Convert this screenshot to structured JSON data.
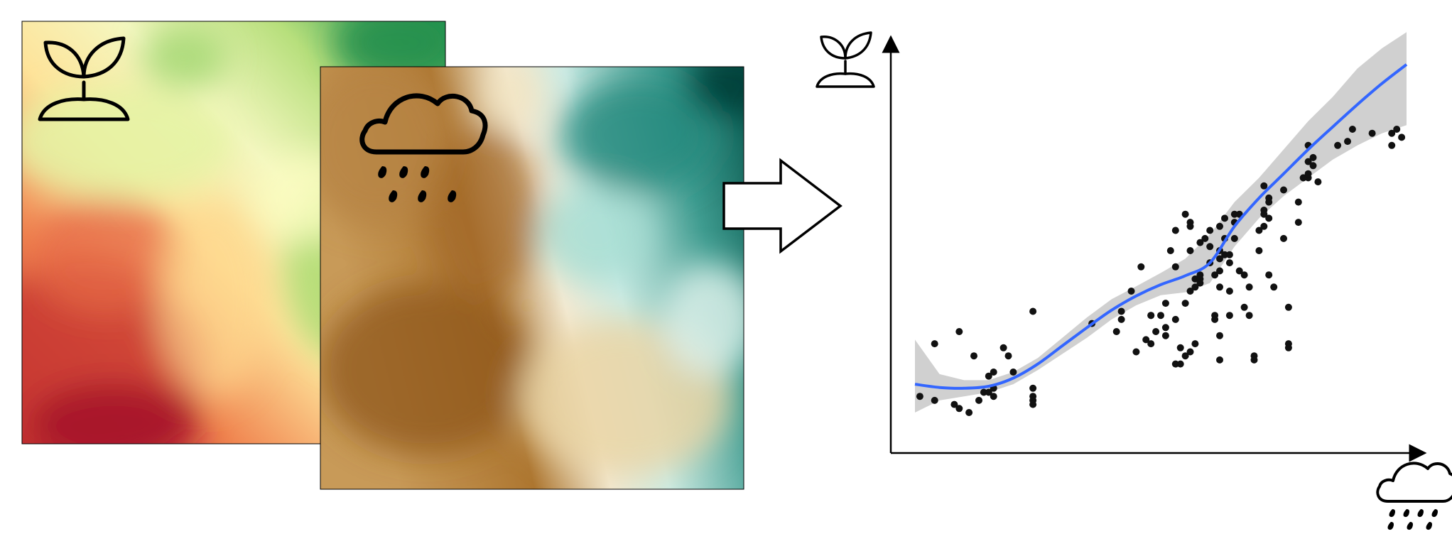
{
  "figure": {
    "left_map": {
      "icon": "plant-icon",
      "palette": [
        "#a50026",
        "#f46d43",
        "#fee08b",
        "#ffffbf",
        "#a6d96a",
        "#1a9850"
      ]
    },
    "right_map": {
      "icon": "rain-cloud-icon",
      "palette": [
        "#8c510a",
        "#d8b365",
        "#f6e8c3",
        "#f5f5f5",
        "#c7eae5",
        "#5ab4ac",
        "#01665e"
      ]
    },
    "arrow": {
      "icon": "right-arrow-icon"
    },
    "plot": {
      "y_axis_icon": "plant-icon",
      "x_axis_icon": "rain-cloud-icon",
      "colors": {
        "points": "#111111",
        "smooth_line": "#3366ff",
        "confidence_band": "#c8c8c8",
        "axes": "#000000"
      }
    }
  },
  "chart_data": {
    "type": "scatter",
    "title": "",
    "xlabel": "",
    "ylabel": "",
    "xlim": [
      0,
      100
    ],
    "ylim": [
      0,
      100
    ],
    "grid": false,
    "points": [
      [
        1,
        14
      ],
      [
        4,
        27
      ],
      [
        4,
        13
      ],
      [
        8,
        12
      ],
      [
        9,
        11
      ],
      [
        9,
        30
      ],
      [
        11,
        10
      ],
      [
        12,
        24
      ],
      [
        13,
        13
      ],
      [
        14,
        15
      ],
      [
        15,
        15
      ],
      [
        15,
        19
      ],
      [
        16,
        20
      ],
      [
        16,
        16
      ],
      [
        16,
        14
      ],
      [
        18,
        26
      ],
      [
        19,
        24
      ],
      [
        20,
        20
      ],
      [
        24,
        13
      ],
      [
        24,
        16
      ],
      [
        24,
        14
      ],
      [
        24,
        12
      ],
      [
        24,
        35
      ],
      [
        36,
        32
      ],
      [
        41,
        30
      ],
      [
        42,
        33
      ],
      [
        42,
        35
      ],
      [
        44,
        40
      ],
      [
        45,
        25
      ],
      [
        46,
        46
      ],
      [
        47,
        28
      ],
      [
        48,
        34
      ],
      [
        48,
        34
      ],
      [
        48,
        27
      ],
      [
        49,
        30
      ],
      [
        50,
        34
      ],
      [
        51,
        31
      ],
      [
        51,
        29
      ],
      [
        51,
        37
      ],
      [
        52,
        50
      ],
      [
        53,
        33
      ],
      [
        53,
        46
      ],
      [
        53,
        55
      ],
      [
        53,
        22
      ],
      [
        54,
        22
      ],
      [
        54,
        26
      ],
      [
        55,
        24
      ],
      [
        55,
        37
      ],
      [
        55,
        59
      ],
      [
        56,
        57
      ],
      [
        56,
        56
      ],
      [
        56,
        50
      ],
      [
        56,
        40
      ],
      [
        56,
        25
      ],
      [
        57,
        27
      ],
      [
        57,
        41
      ],
      [
        57,
        43
      ],
      [
        58,
        43
      ],
      [
        58,
        52
      ],
      [
        58,
        42
      ],
      [
        58,
        44
      ],
      [
        59,
        53
      ],
      [
        60,
        55
      ],
      [
        60,
        51
      ],
      [
        60,
        47
      ],
      [
        61,
        44
      ],
      [
        61,
        34
      ],
      [
        61,
        33
      ],
      [
        62,
        56
      ],
      [
        62,
        50
      ],
      [
        62,
        48
      ],
      [
        62,
        41
      ],
      [
        62,
        45
      ],
      [
        62,
        23
      ],
      [
        62,
        29
      ],
      [
        63,
        49
      ],
      [
        63,
        53
      ],
      [
        63,
        58
      ],
      [
        64,
        34
      ],
      [
        64,
        40
      ],
      [
        64,
        49
      ],
      [
        64,
        47
      ],
      [
        65,
        53
      ],
      [
        65,
        57
      ],
      [
        65,
        59
      ],
      [
        66,
        59
      ],
      [
        66,
        45
      ],
      [
        67,
        36
      ],
      [
        67,
        44
      ],
      [
        68,
        34
      ],
      [
        68,
        41
      ],
      [
        69,
        23
      ],
      [
        69,
        24
      ],
      [
        70,
        55
      ],
      [
        70,
        50
      ],
      [
        71,
        56
      ],
      [
        71,
        60
      ],
      [
        71,
        59
      ],
      [
        71,
        66
      ],
      [
        72,
        63
      ],
      [
        72,
        62
      ],
      [
        72,
        58
      ],
      [
        72,
        44
      ],
      [
        73,
        41
      ],
      [
        75,
        65
      ],
      [
        75,
        53
      ],
      [
        76,
        36
      ],
      [
        76,
        27
      ],
      [
        76,
        26
      ],
      [
        78,
        62
      ],
      [
        78,
        57
      ],
      [
        79,
        68
      ],
      [
        79,
        68
      ],
      [
        80,
        68
      ],
      [
        80,
        72
      ],
      [
        80,
        76
      ],
      [
        80,
        69
      ],
      [
        81,
        73
      ],
      [
        81,
        71
      ],
      [
        82,
        67
      ],
      [
        86,
        76
      ],
      [
        88,
        77
      ],
      [
        89,
        80
      ],
      [
        93,
        79
      ],
      [
        97,
        76
      ],
      [
        97,
        79
      ],
      [
        98,
        80
      ],
      [
        99,
        78
      ]
    ],
    "smooth_line": {
      "x": [
        0,
        5,
        10,
        15,
        20,
        25,
        30,
        35,
        40,
        45,
        50,
        55,
        60,
        65,
        70,
        75,
        80,
        85,
        90,
        95,
        100
      ],
      "y": [
        17,
        16.2,
        16,
        16.5,
        18.5,
        22,
        26.5,
        31,
        35.3,
        38.8,
        41.6,
        43.8,
        47,
        56,
        63,
        69,
        75,
        80.6,
        86.1,
        91.3,
        96
      ],
      "ci_low": [
        10,
        13,
        14,
        15,
        17,
        20.5,
        24.5,
        28.5,
        33,
        36.5,
        39,
        39.7,
        42,
        51,
        58,
        63.5,
        68,
        72.5,
        76,
        79,
        81
      ],
      "ci_high": [
        28,
        19.5,
        18,
        18,
        20,
        23.5,
        28.5,
        33.5,
        38,
        41.2,
        44.5,
        48,
        54,
        62,
        68,
        75,
        82,
        88,
        95,
        100,
        104
      ]
    }
  }
}
